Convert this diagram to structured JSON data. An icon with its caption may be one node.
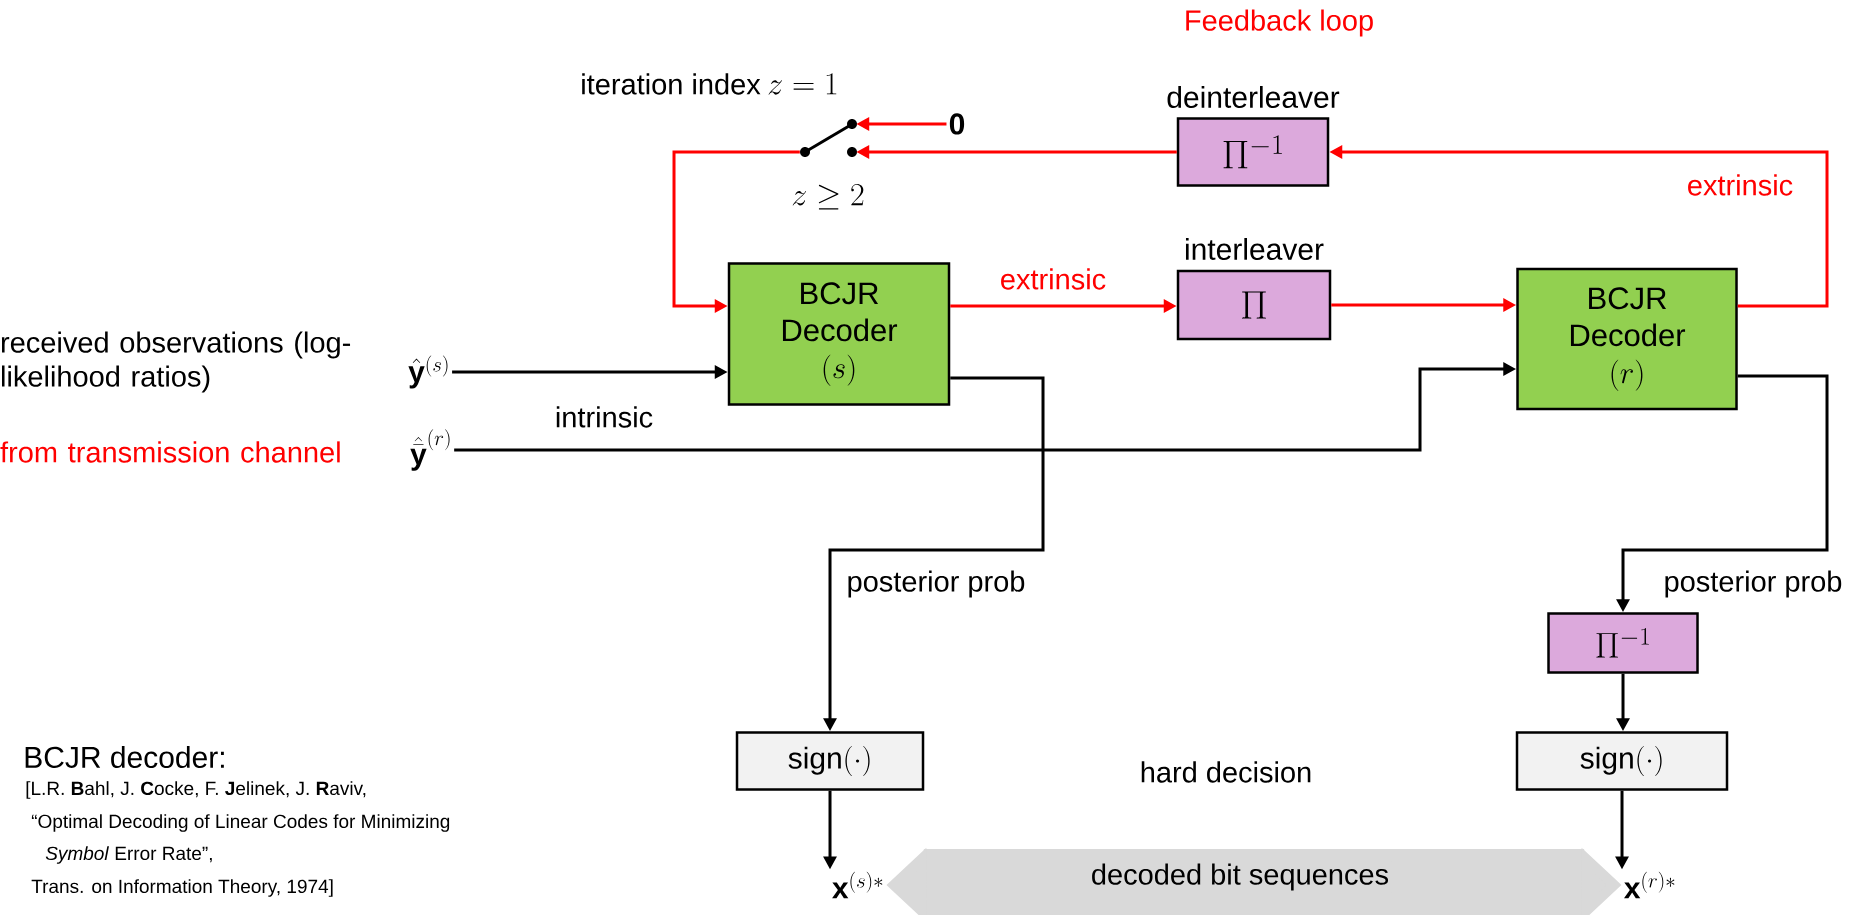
{
  "diagram": {
    "nodes": [
      {
        "text": [
          "\\hat{\\mathbf{y}}^{(s)}"
        ]
      },
      {
        "text": [
          "\\hat{\\bar{\\mathbf{y}}}^{(r)}"
        ]
      },
      {
        "text": [
          "BCJR Decoder",
          "(s)"
        ]
      },
      {
        "text": [],
        "shape": "switch",
        "beside": [
          "iteration index",
          "z = 1",
          "z \\geq 2"
        ]
      },
      {
        "text": [
          "\\mathbf{0}"
        ]
      },
      {
        "text": [
          "deinterleaver",
          "\\Pi^{-1}"
        ]
      },
      {
        "text": [
          "interleaver",
          "\\Pi"
        ]
      },
      {
        "text": [
          "BCJR Decoder",
          "(r)"
        ]
      },
      {
        "text": [
          "\\mathrm{sign}(\\cdot)"
        ]
      },
      {
        "text": [
          "\\Pi^{-1}"
        ]
      },
      {
        "text": [
          "\\mathrm{sign}(\\cdot)"
        ]
      },
      {
        "text": [
          "\\mathbf{x}^{(s)*}"
        ]
      },
      {
        "text": [
          "\\mathbf{x}^{(r)*}"
        ]
      }
    ],
    "edges": [
      {
        "from": 0,
        "to": 2,
        "arrow": "to"
      },
      {
        "from": 1,
        "to": 7,
        "arrow": "to"
      },
      {
        "from": 2,
        "to": 6,
        "arrow": "to",
        "label": "extrinsic",
        "color": "#ff0000"
      },
      {
        "from": 6,
        "to": 7,
        "arrow": "to",
        "color": "#ff0000"
      },
      {
        "from": 7,
        "to": 5,
        "arrow": "to",
        "label": "extrinsic",
        "color": "#ff0000"
      },
      {
        "from": 5,
        "to": 3,
        "arrow": "to",
        "color": "#ff0000"
      },
      {
        "from": 4,
        "to": 3,
        "arrow": "to",
        "color": "#ff0000"
      },
      {
        "from": 3,
        "to": 2,
        "arrow": "to",
        "color": "#ff0000"
      },
      {
        "from": 2,
        "to": 8,
        "arrow": "to",
        "label": "posterior prob"
      },
      {
        "from": 7,
        "to": 9,
        "arrow": "to",
        "label": "posterior prob"
      },
      {
        "from": 9,
        "to": 10,
        "arrow": "to"
      },
      {
        "from": 8,
        "to": 11,
        "arrow": "to"
      },
      {
        "from": 10,
        "to": 12,
        "arrow": "to"
      },
      {
        "from": 11,
        "to": 12,
        "arrow": "both",
        "label": "decoded bit sequences",
        "style": "thick",
        "color": "#d9d9d9"
      }
    ],
    "labels": [
      "Feedback loop",
      "received observations (log-likelihood ratios)",
      "from transmission channel",
      "intrinsic",
      "hard decision",
      "BCJR decoder:",
      "[L.R. **B**ahl, J. **C**ocke, F. **J**elinek, J. **R**aviv,",
      "“Optimal Decoding of Linear Codes for Minimizing",
      "*Symbol* Error Rate”,",
      "Trans. on Information Theory, 1974]"
    ]
  }
}
